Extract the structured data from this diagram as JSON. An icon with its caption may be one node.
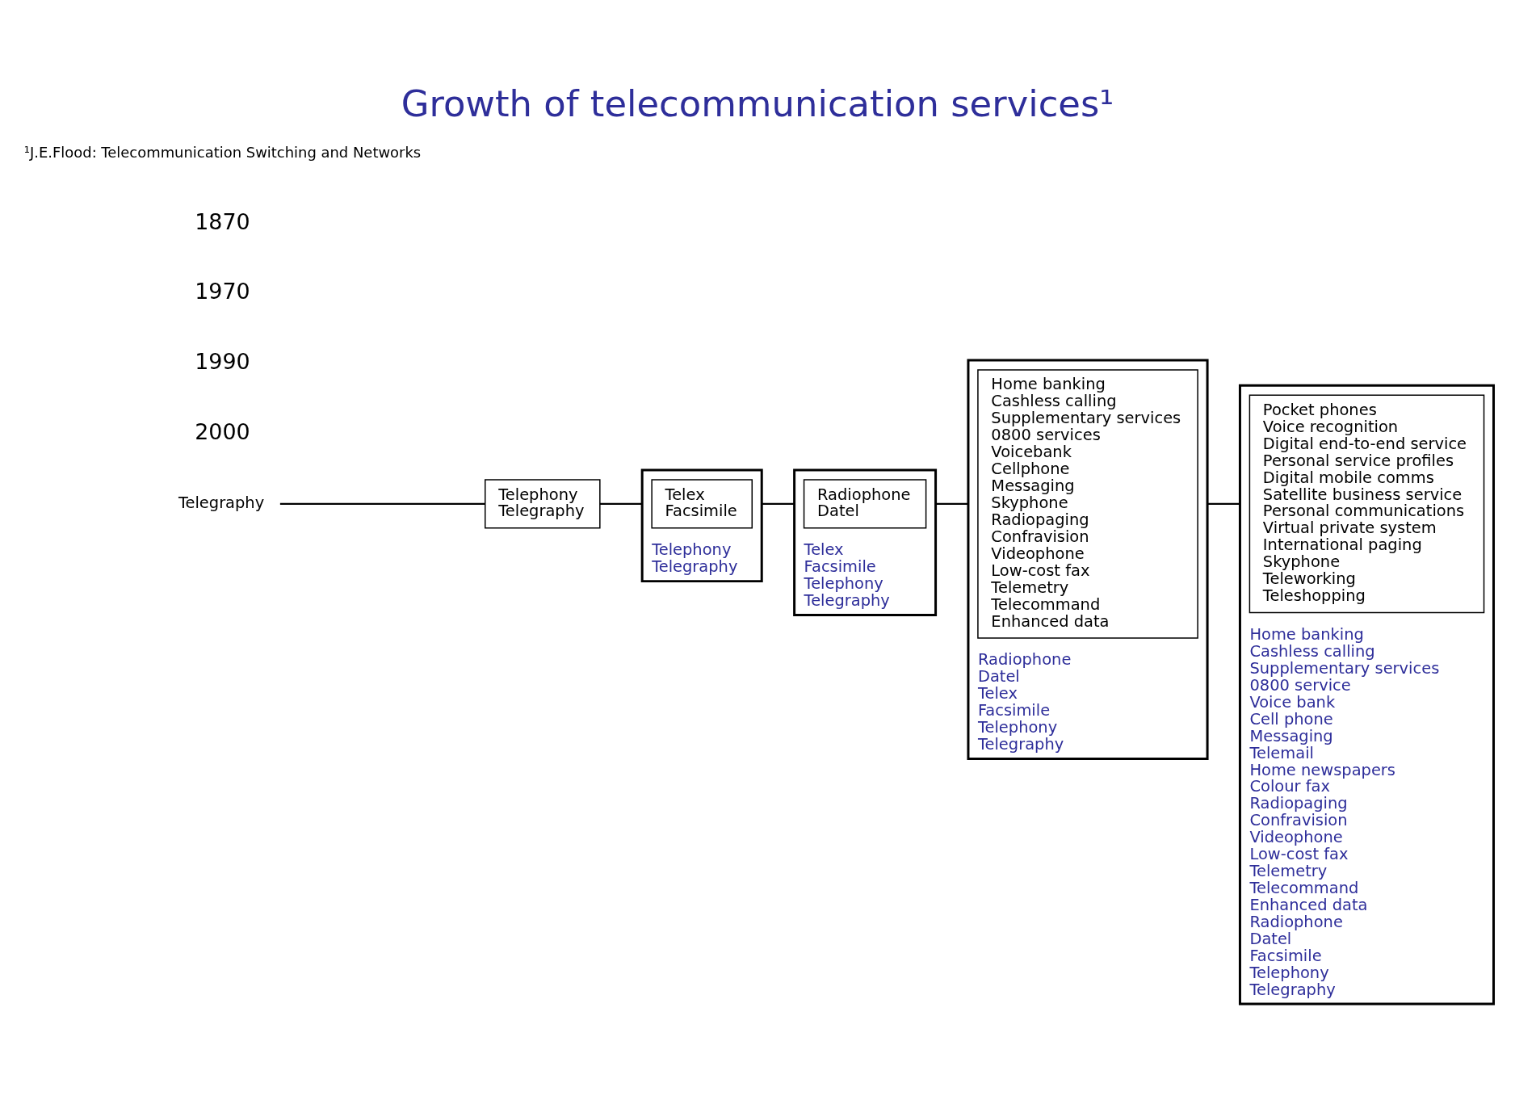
{
  "diagram": {
    "title": "Growth of telecommunication services¹",
    "caption": "¹J.E.Flood: Telecommunication Switching and Networks",
    "nodes": [
      {
        "text": [
          "Telegraphy"
        ]
      },
      {
        "text": [
          "Telephony",
          "Telegraphy"
        ]
      },
      {
        "text": [
          "Telephony",
          "Telegraphy"
        ]
      },
      {
        "text": [
          "Telex",
          "Facsimile"
        ],
        "in": 2
      },
      {
        "text": [
          "Telex",
          "Facsimile",
          "Telephony",
          "Telegraphy"
        ]
      },
      {
        "text": [
          "Radiophone",
          "Datel"
        ],
        "in": 4
      },
      {
        "text": [
          "Radiophone",
          "Datel",
          "Telex",
          "Facsimile",
          "Telephony",
          "Telegraphy"
        ]
      },
      {
        "text": [
          "Home banking",
          "Cashless calling",
          "Supplementary services",
          "0800 services",
          "Voicebank",
          "Cellphone",
          "Messaging",
          "Skyphone",
          "Radiopaging",
          "Confravision",
          "Videophone",
          "Low-cost fax",
          "Telemetry",
          "Telecommand",
          "Enhanced data"
        ],
        "in": 6
      },
      {
        "text": [
          "Home banking",
          "Cashless calling",
          "Supplementary services",
          "0800 service",
          "Voice bank",
          "Cell phone",
          "Messaging",
          "Telemail",
          "Home newspapers",
          "Colour fax",
          "Radiopaging",
          "Confravision",
          "Videophone",
          "Low-cost fax",
          "Telemetry",
          "Telecommand",
          "Enhanced data",
          "Radiophone",
          "Datel",
          "Facsimile",
          "Telephony",
          "Telegraphy"
        ]
      },
      {
        "text": [
          "Pocket phones",
          "Voice recognition",
          "Digital end-to-end service",
          "Personal service profiles",
          "Digital mobile comms",
          "Satellite business service",
          "Personal communications",
          "Virtual private system",
          "International paging",
          "Skyphone",
          "Teleworking",
          "Teleshopping"
        ],
        "in": 8
      }
    ],
    "edges": [
      {
        "from": 0,
        "to": 1,
        "arrow": "none"
      },
      {
        "from": 1,
        "to": 2,
        "arrow": "none"
      },
      {
        "from": 2,
        "to": 4,
        "arrow": "none"
      },
      {
        "from": 4,
        "to": 6,
        "arrow": "none"
      },
      {
        "from": 6,
        "to": 8,
        "arrow": "none"
      }
    ],
    "labels": [
      "1870",
      "1970",
      "1990",
      "2000"
    ]
  }
}
